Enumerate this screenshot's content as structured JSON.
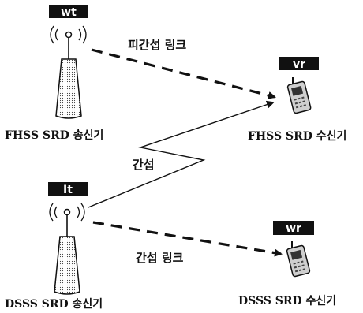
{
  "tags": {
    "wt": "wt",
    "vr": "vr",
    "it": "It",
    "wr": "wr"
  },
  "labels": {
    "victim_link": "피간섭 링크",
    "fhss_tx": "FHSS SRD 송신기",
    "fhss_rx": "FHSS SRD 수신기",
    "interference": "간섭",
    "interference_link": "간섭 링크",
    "dsss_tx": "DSSS SRD 송신기",
    "dsss_rx": "DSSS SRD 수신기"
  }
}
